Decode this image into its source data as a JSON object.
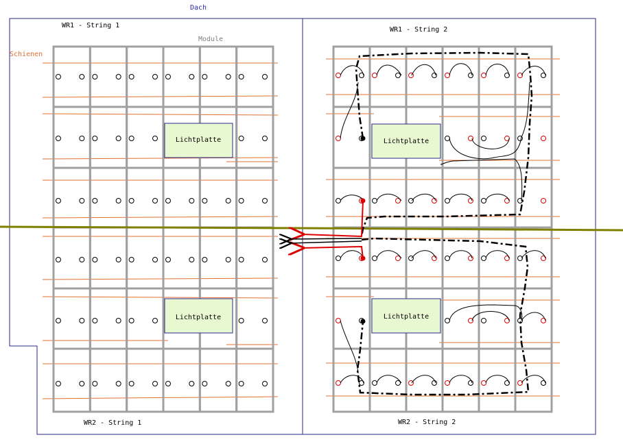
{
  "labels": {
    "roof": "Dach",
    "rails": "Schienen",
    "modules": "Module",
    "wr1_string1": "WR1 - String 1",
    "wr1_string2": "WR1 - String 2",
    "wr2_string1": "WR2 - String 1",
    "wr2_string2": "WR2 - String 2",
    "skylight": "Lichtplatte"
  },
  "grid": {
    "columns": 6,
    "rows_per_half": 3
  },
  "colors": {
    "roof_outline": "#2a2a8a",
    "module_frame": "#a0a0a0",
    "rail": "#e07030",
    "ridge": "#808000",
    "skylight_fill": "#e8f8d0",
    "skylight_border": "#2a2a8a",
    "terminal_black": "#000000",
    "terminal_red": "#dd0000"
  }
}
